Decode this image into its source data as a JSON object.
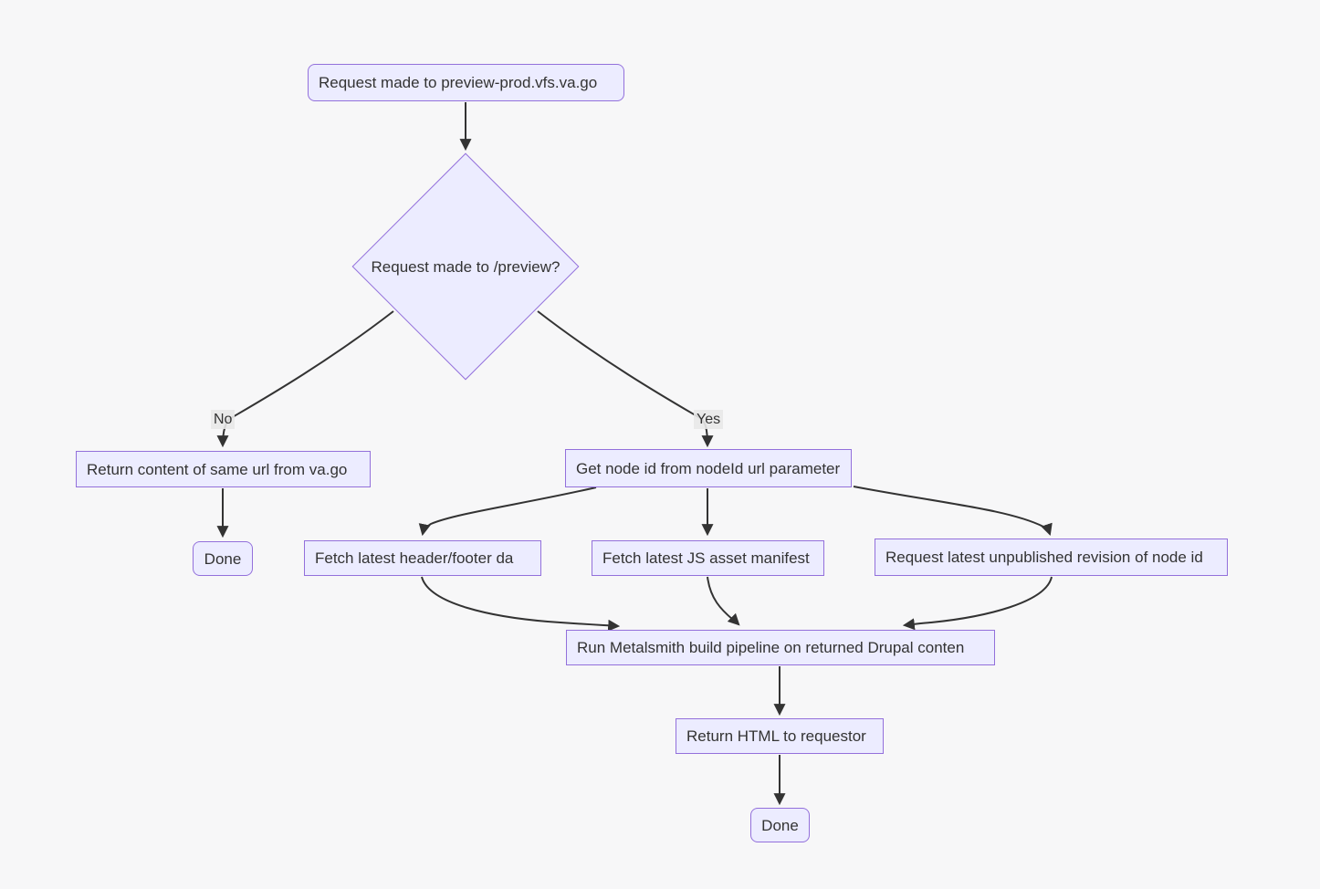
{
  "diagram": {
    "type": "flowchart",
    "colors": {
      "background": "#f7f7f8",
      "node_fill": "#ececff",
      "node_border": "#9370db",
      "edge": "#333333",
      "text": "#333333",
      "edge_label_bg": "#e8e8e8"
    },
    "nodes": {
      "start": {
        "label": "Request made to preview-prod.vfs.va.go",
        "shape": "rounded-rect"
      },
      "decision": {
        "label": "Request made to /preview?",
        "shape": "diamond"
      },
      "return_same_url": {
        "label": "Return content of same url from va.go",
        "shape": "rect"
      },
      "done_left": {
        "label": "Done",
        "shape": "rounded-rect"
      },
      "get_node_id": {
        "label": "Get node id from nodeId url parameter",
        "shape": "rect"
      },
      "fetch_header_footer": {
        "label": "Fetch latest header/footer da",
        "shape": "rect"
      },
      "fetch_js_manifest": {
        "label": "Fetch latest JS asset manifest",
        "shape": "rect"
      },
      "request_unpublished": {
        "label": "Request latest unpublished revision of node id",
        "shape": "rect"
      },
      "run_metalsmith": {
        "label": "Run Metalsmith build pipeline on returned Drupal conten",
        "shape": "rect"
      },
      "return_html": {
        "label": "Return HTML to requestor",
        "shape": "rect"
      },
      "done_bottom": {
        "label": "Done",
        "shape": "rounded-rect"
      }
    },
    "edge_labels": {
      "no": "No",
      "yes": "Yes"
    },
    "edges": [
      "start -> decision",
      "decision -No-> return_same_url",
      "decision -Yes-> get_node_id",
      "return_same_url -> done_left",
      "get_node_id -> fetch_header_footer",
      "get_node_id -> fetch_js_manifest",
      "get_node_id -> request_unpublished",
      "fetch_header_footer -> run_metalsmith",
      "fetch_js_manifest -> run_metalsmith",
      "request_unpublished -> run_metalsmith",
      "run_metalsmith -> return_html",
      "return_html -> done_bottom"
    ]
  }
}
